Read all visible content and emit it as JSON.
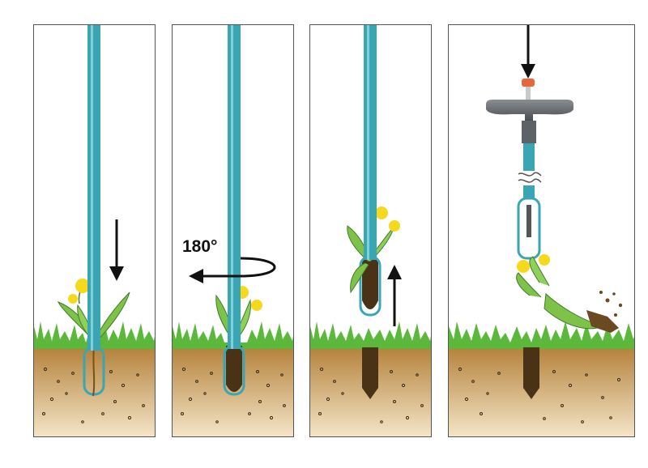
{
  "steps": [
    {
      "id": 1,
      "action": "push-down"
    },
    {
      "id": 2,
      "action": "rotate",
      "rotation_label": "180°"
    },
    {
      "id": 3,
      "action": "pull-up"
    },
    {
      "id": 4,
      "action": "eject"
    }
  ],
  "colors": {
    "tool_shaft": "#3aa6b4",
    "grass": "#5cb83a",
    "soil_top": "#b5843e",
    "soil_bottom": "#f6e6c9",
    "flower": "#f6d81c",
    "hole": "#4a3216",
    "handle": "#5e6266",
    "knob": "#e5673a",
    "arrow": "#111111"
  }
}
